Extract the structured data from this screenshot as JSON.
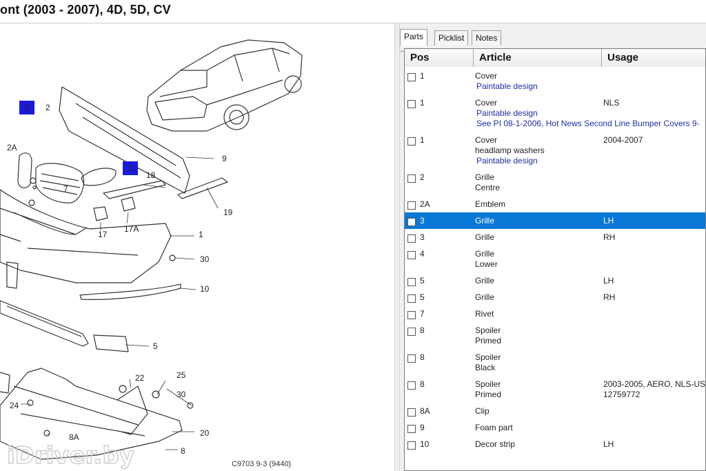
{
  "window": {
    "title": "ont   (2003 - 2007), 4D, 5D, CV"
  },
  "tabs": [
    {
      "label": "Parts",
      "active": true
    },
    {
      "label": "Picklist",
      "active": false
    },
    {
      "label": "Notes",
      "active": false
    }
  ],
  "table": {
    "columns": [
      "Pos",
      "Article",
      "Usage"
    ],
    "rows": [
      {
        "pos": "1",
        "article": [
          "Cover"
        ],
        "notes": [
          "Paintable design"
        ],
        "usage": [],
        "selected": false
      },
      {
        "pos": "1",
        "article": [
          "Cover"
        ],
        "notes": [
          "Paintable design",
          "See PI 08-1-2006, Hot News Second Line Bumper Covers 9-"
        ],
        "usage": [
          "NLS"
        ],
        "selected": false
      },
      {
        "pos": "1",
        "article": [
          "Cover",
          "headlamp washers"
        ],
        "notes": [
          "Paintable design"
        ],
        "usage": [
          "2004-2007"
        ],
        "selected": false
      },
      {
        "pos": "2",
        "article": [
          "Grille",
          "Centre"
        ],
        "notes": [],
        "usage": [],
        "selected": false
      },
      {
        "pos": "2A",
        "article": [
          "Emblem"
        ],
        "notes": [],
        "usage": [],
        "selected": false
      },
      {
        "pos": "3",
        "article": [
          "Grille"
        ],
        "notes": [],
        "usage": [
          "LH"
        ],
        "selected": true
      },
      {
        "pos": "3",
        "article": [
          "Grille"
        ],
        "notes": [],
        "usage": [
          "RH"
        ],
        "selected": false
      },
      {
        "pos": "4",
        "article": [
          "Grille",
          "Lower"
        ],
        "notes": [],
        "usage": [],
        "selected": false
      },
      {
        "pos": "5",
        "article": [
          "Grille"
        ],
        "notes": [],
        "usage": [
          "LH"
        ],
        "selected": false
      },
      {
        "pos": "5",
        "article": [
          "Grille"
        ],
        "notes": [],
        "usage": [
          "RH"
        ],
        "selected": false
      },
      {
        "pos": "7",
        "article": [
          "Rivet"
        ],
        "notes": [],
        "usage": [],
        "selected": false
      },
      {
        "pos": "8",
        "article": [
          "Spoiler",
          "Primed"
        ],
        "notes": [],
        "usage": [],
        "selected": false
      },
      {
        "pos": "8",
        "article": [
          "Spoiler",
          "Black"
        ],
        "notes": [],
        "usage": [],
        "selected": false
      },
      {
        "pos": "8",
        "article": [
          "Spoiler",
          "Primed"
        ],
        "notes": [],
        "usage": [
          "2003-2005, AERO, NLS-US",
          "12759772"
        ],
        "selected": false
      },
      {
        "pos": "8A",
        "article": [
          "Clip"
        ],
        "notes": [],
        "usage": [],
        "selected": false
      },
      {
        "pos": "9",
        "article": [
          "Foam part"
        ],
        "notes": [],
        "usage": [],
        "selected": false
      },
      {
        "pos": "10",
        "article": [
          "Decor strip"
        ],
        "notes": [],
        "usage": [
          "LH"
        ],
        "selected": false
      }
    ]
  },
  "diagram": {
    "callouts": [
      "3",
      "2",
      "2A",
      "7",
      "3",
      "18",
      "9",
      "19",
      "17",
      "17A",
      "1",
      "30",
      "10",
      "5",
      "22",
      "25",
      "30",
      "24",
      "20",
      "8A",
      "8"
    ],
    "highlighted_callouts": [
      "3",
      "3"
    ],
    "code": "C9703 9-3 (9440)",
    "watermark": "iDriver.by"
  },
  "colors": {
    "selection": "#0a78d7",
    "callout_box": "#1a1adb",
    "note_text": "#1f2fa8"
  }
}
